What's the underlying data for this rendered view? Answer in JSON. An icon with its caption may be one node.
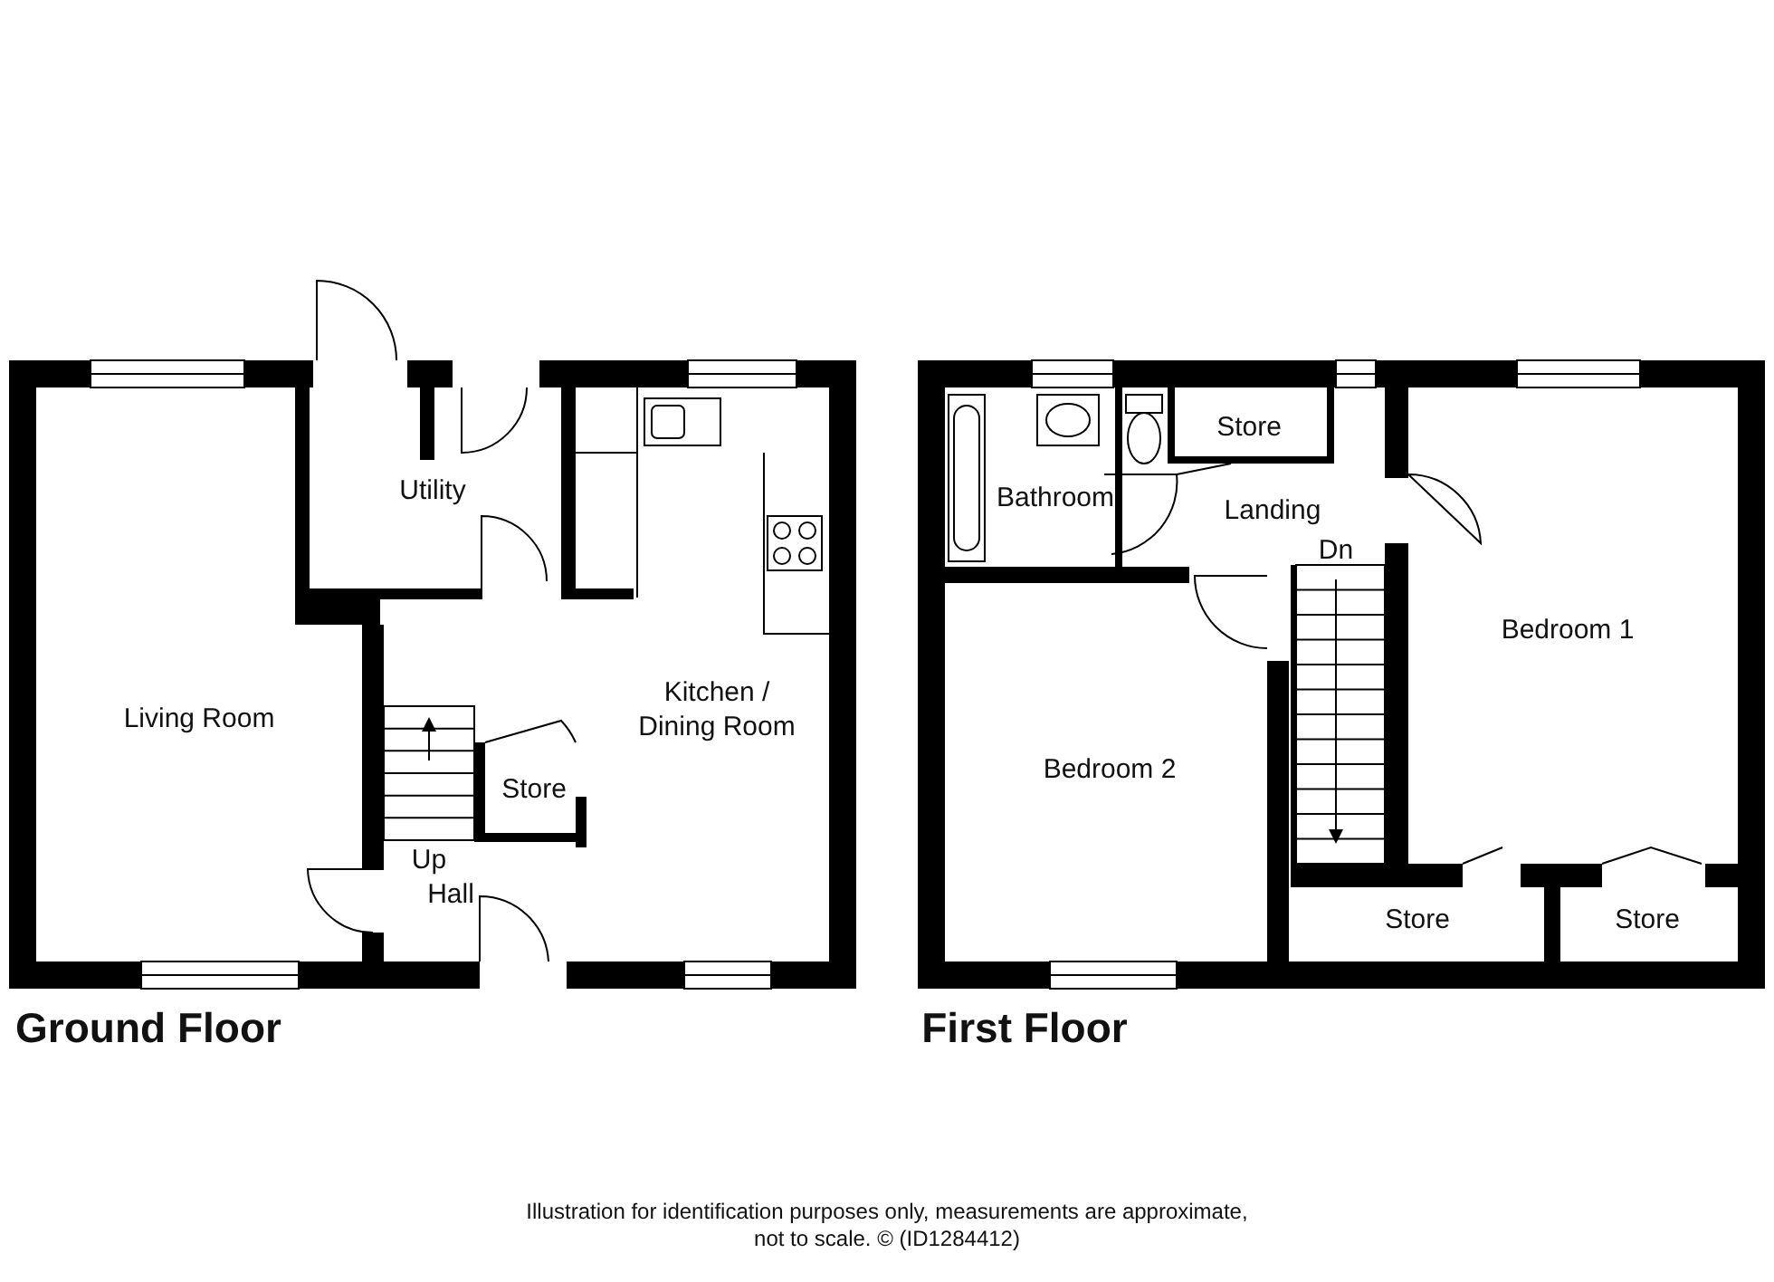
{
  "diagram": {
    "caption": "Illustration for identification purposes only, measurements are approximate, not to scale. © (ID1284412)",
    "nodes": [
      {
        "text": [
          "Living Room"
        ]
      },
      {
        "text": [
          "Utility"
        ]
      },
      {
        "text": [
          "Kitchen / Dining Room"
        ]
      },
      {
        "text": [
          "Store"
        ]
      },
      {
        "text": [
          "Hall"
        ]
      },
      {
        "text": [
          "Bathroom"
        ]
      },
      {
        "text": [
          "Store"
        ]
      },
      {
        "text": [
          "Landing"
        ]
      },
      {
        "text": [
          "Bedroom 2"
        ]
      },
      {
        "text": [
          "Bedroom 1"
        ]
      },
      {
        "text": [
          "Store"
        ]
      },
      {
        "text": [
          "Store"
        ]
      }
    ],
    "edges": [],
    "labels": [
      "Up",
      "Dn",
      "Ground Floor",
      "First Floor"
    ]
  }
}
